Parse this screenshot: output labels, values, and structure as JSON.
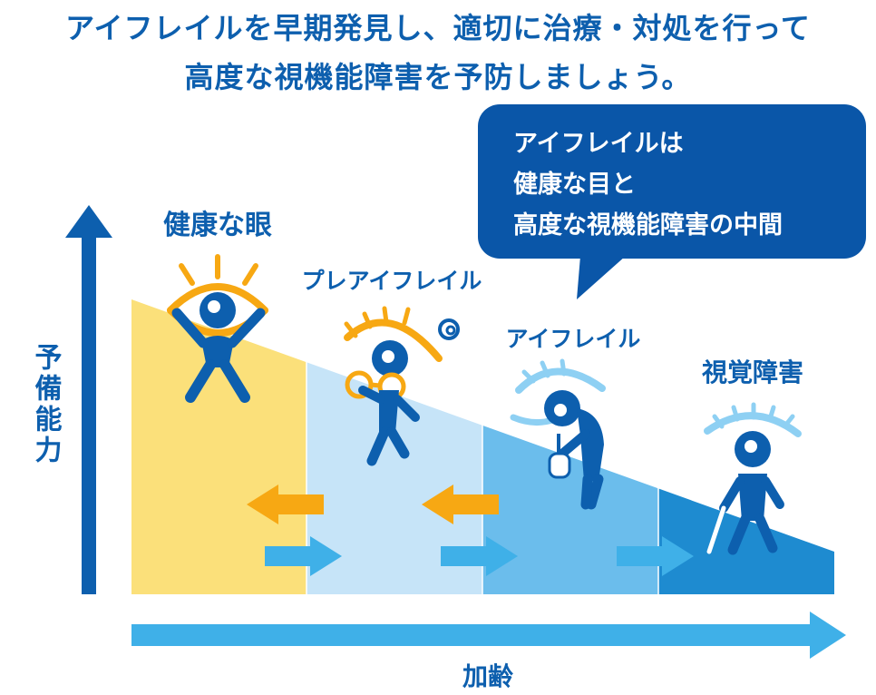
{
  "headline": {
    "line1": "アイフレイルを早期発見し、適切に治療・対処を行って",
    "line2": "高度な視機能障害を予防しましょう。"
  },
  "callout": {
    "lines": [
      "アイフレイルは",
      "健康な目と",
      "高度な視機能障害の中間"
    ]
  },
  "stages": [
    {
      "label": "健康な眼",
      "color": "#fbe07a",
      "icon": "healthy-eye-figure"
    },
    {
      "label": "プレアイフレイル",
      "color": "#c6e4f8",
      "icon": "pre-eyefrail-figure"
    },
    {
      "label": "アイフレイル",
      "color": "#6bbdec",
      "icon": "eyefrail-figure"
    },
    {
      "label": "視覚障害",
      "color": "#1e8bd0",
      "icon": "visual-impairment-figure"
    }
  ],
  "y_axis_label": "予備能力",
  "x_axis_label": "加齢",
  "colors": {
    "primary": "#0d5fae",
    "orange": "#f7a813",
    "light_blue": "#3fb0e8",
    "callout_bg": "#0a56a8"
  }
}
